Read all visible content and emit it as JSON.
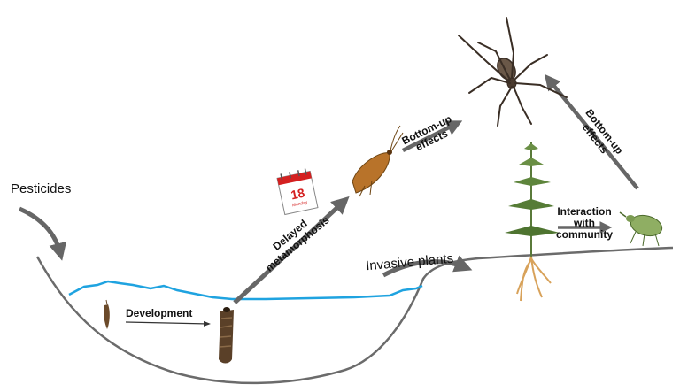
{
  "labels": {
    "pesticides": "Pesticides",
    "development": "Development",
    "delayed_metamorphosis_line1": "Delayed",
    "delayed_metamorphosis_line2": "metamorphosis",
    "bottom_up_left_line1": "Bottom-up",
    "bottom_up_left_line2": "effects",
    "bottom_up_right_line1": "Bottom-up",
    "bottom_up_right_line2": "effects",
    "invasive_plants": "Invasive plants",
    "interaction_line1": "Interaction",
    "interaction_line2": "with",
    "interaction_line3": "community"
  },
  "calendar": {
    "day": "18",
    "weekday": "Monday"
  },
  "colors": {
    "water": "#1fa3e0",
    "ground": "#6b6b6b",
    "arrow": "#666666",
    "larva": "#6b4a2a",
    "calendar_red": "#d42020"
  },
  "icons": [
    "spider-icon",
    "caddisfly-adult-icon",
    "larva-icon",
    "case-larva-icon",
    "calendar-icon",
    "nettle-plant-icon",
    "weevil-icon"
  ]
}
